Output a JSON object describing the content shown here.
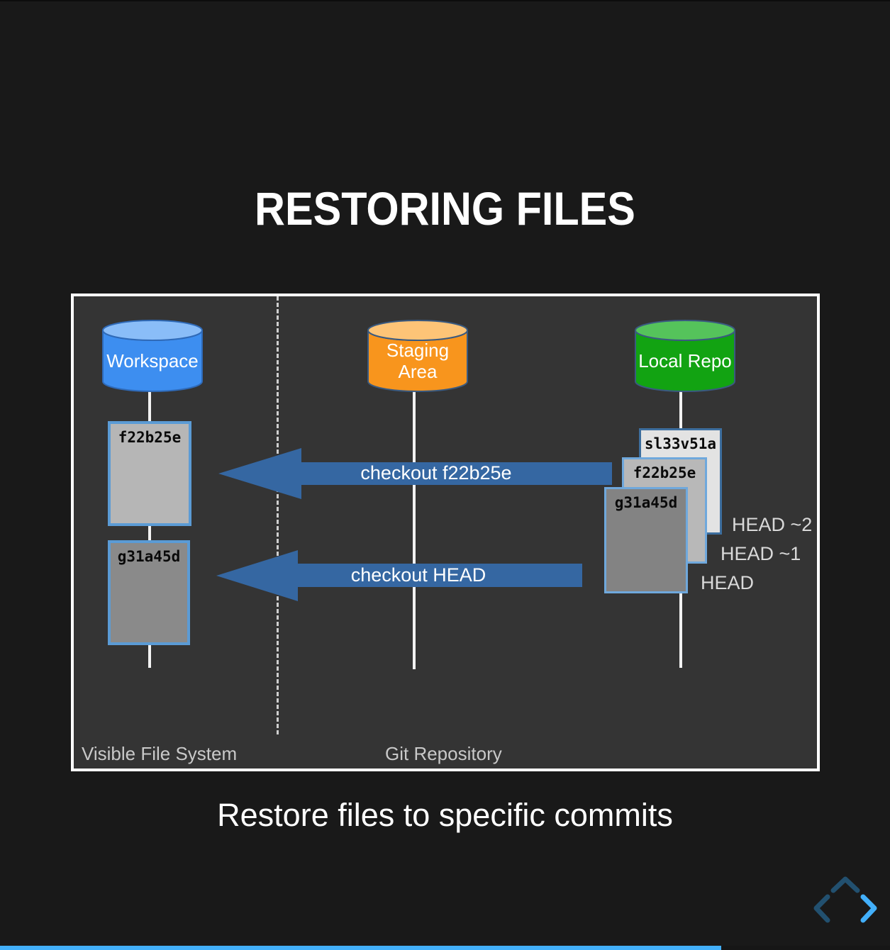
{
  "slide": {
    "title": "RESTORING FILES",
    "caption": "Restore files to specific commits"
  },
  "diagram": {
    "stores": [
      {
        "name": "workspace",
        "lines": [
          "Workspace"
        ]
      },
      {
        "name": "staging-area",
        "lines": [
          "Staging",
          "Area"
        ]
      },
      {
        "name": "local-repo",
        "lines": [
          "Local Repo"
        ]
      }
    ],
    "workspace_commits": [
      {
        "id": "f22b25e"
      },
      {
        "id": "g31a45d"
      }
    ],
    "repo_commits": [
      {
        "id": "sl33v51a",
        "head_label": "HEAD ~2"
      },
      {
        "id": "f22b25e",
        "head_label": "HEAD ~1"
      },
      {
        "id": "g31a45d",
        "head_label": "HEAD"
      }
    ],
    "arrows": [
      {
        "label": "checkout f22b25e"
      },
      {
        "label": "checkout HEAD"
      }
    ],
    "region_labels": {
      "left": "Visible File System",
      "right": "Git Repository"
    }
  },
  "colors": {
    "accent": "#42affa",
    "arrow_blue": "#3567a2",
    "workspace_blue": "#3d8ef0",
    "workspace_blue_top": "#8abdf8",
    "staging_orange": "#f8951d",
    "staging_orange_top": "#fdc477",
    "repo_green": "#12a312",
    "repo_green_top": "#55c35b",
    "commit_border_blue": "#5b9bd5",
    "panel_bg": "#343434"
  },
  "controls": {
    "icons": [
      "chevron-left-icon",
      "chevron-up-icon",
      "chevron-right-icon"
    ],
    "enabled_direction": "right"
  },
  "progress": {
    "fraction": 0.81
  }
}
